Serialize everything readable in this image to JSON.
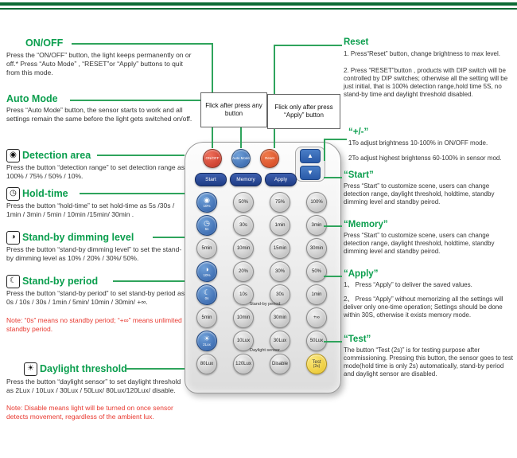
{
  "callouts": {
    "any_button": "Flick after press any button",
    "apply_button": "Flick only after press “Apply” button"
  },
  "left_sections": [
    {
      "title": "ON/OFF",
      "body": "Press the “ON/OFF” button, the light keeps permanently on or off.* Press “Auto Mode” , “RESET”or “Apply” buttons to quit from this mode."
    },
    {
      "title": "Auto Mode",
      "body": "Press “Auto Mode” button, the sensor starts to work and all settings remain the same before the light gets switched on/off."
    },
    {
      "title": "Detection area",
      "icon": "◉",
      "body": "Press the button “detection range” to set detection range as 100% / 75% / 50% / 10%."
    },
    {
      "title": "Hold-time",
      "icon": "◷",
      "body": "Press the button “hold-time” to set hold-time as 5s /30s / 1min / 3min / 5min / 10min /15min/ 30min ."
    },
    {
      "title": "Stand-by dimming level",
      "icon": "◑",
      "body": "Press the button “stand-by dimming level” to set the stand-by dimming level as 10% / 20% / 30%/ 50%."
    },
    {
      "title": "Stand-by period",
      "icon": "☾",
      "body": "Press the button “stand-by period” to set stand-by period as 0s / 10s / 30s / 1min / 5min/ 10min / 30min/ +∞.",
      "note": "Note: “0s” means no standby period; “+∞” means unlimited standby period."
    },
    {
      "title": "Daylight threshold",
      "icon": "☀",
      "body": "Press the button “daylight sensor” to set daylight threshold as 2Lux / 10Lux / 30Lux / 50Lux/ 80Lux/120Lux/ disable.",
      "note": "Note: Disable means light will be turned on once sensor detects movement, regardless of the ambient lux."
    }
  ],
  "right_sections": [
    {
      "title": "Reset",
      "items": [
        "1.  Press“Reset” button, change brightness to max level.",
        "2.  Press “RESET”button , products with DIP switch will be controlled by DIP switches; otherwise all the setting will be just initial, that is 100% detection range,hold time 5S, no stand-by time and daylight threshold disabled."
      ]
    },
    {
      "title": "“+/-”",
      "items": [
        "1To adjust brightness 10-100% in ON/OFF mode.",
        "2To adjust highest brightenss 60-100% in sensor mod."
      ]
    },
    {
      "title": "“Start”",
      "body": "Press “Start” to customize scene, users can change detection range, daylight threshold, holdtime, standby dimming level and standby peirod."
    },
    {
      "title": "“Memory”",
      "body": "Press “Start” to customize scene, users can change detection range, daylight threshold, holdtime, standby dimming level and standby peirod."
    },
    {
      "title": "“Apply”",
      "items": [
        "1、 Press “Apply” to deliver the saved values.",
        "2、 Press “Apply” without memorizing all the settings will deliver only one-time operation; Settings should be done within 30S, otherwise it exists memory mode."
      ]
    },
    {
      "title": "“Test”",
      "body": "The button “Test (2s)” is for testing purpose after commissioning. Pressing this button, the sensor goes to test mode(hold time is only 2s) automatically, stand-by period and daylight sensor are disabled."
    }
  ],
  "remote": {
    "top_buttons": [
      {
        "name": "onoff-button",
        "label": "ON/OFF"
      },
      {
        "name": "auto-mode-button",
        "label": "Auto Mode"
      },
      {
        "name": "reset-button",
        "label": "Reset"
      }
    ],
    "updown": [
      {
        "name": "brightness-up-button",
        "glyph": "▲"
      },
      {
        "name": "brightness-down-button",
        "glyph": "▼"
      }
    ],
    "nav_buttons": [
      "Start",
      "Memory",
      "Apply"
    ],
    "group_labels": {
      "standby": "Stand-by period",
      "daylight": "Daylight sensor"
    },
    "rows": [
      [
        {
          "t": "icon",
          "glyph": "◉",
          "sub": "10%",
          "name": "detection-range-button"
        },
        {
          "t": "btn",
          "label": "50%"
        },
        {
          "t": "btn",
          "label": "75%"
        },
        {
          "t": "btn",
          "label": "100%"
        }
      ],
      [
        {
          "t": "icon",
          "glyph": "◷",
          "sub": "5s",
          "name": "hold-time-button"
        },
        {
          "t": "btn",
          "label": "30s"
        },
        {
          "t": "btn",
          "label": "1min"
        },
        {
          "t": "btn",
          "label": "3min"
        }
      ],
      [
        {
          "t": "btn",
          "label": "5min"
        },
        {
          "t": "btn",
          "label": "10min"
        },
        {
          "t": "btn",
          "label": "15min"
        },
        {
          "t": "btn",
          "label": "30min"
        }
      ],
      [
        {
          "t": "icon",
          "glyph": "◑",
          "sub": "10%",
          "name": "standby-dimming-button"
        },
        {
          "t": "btn",
          "label": "20%"
        },
        {
          "t": "btn",
          "label": "30%"
        },
        {
          "t": "btn",
          "label": "50%"
        }
      ],
      [
        {
          "t": "icon",
          "glyph": "☾",
          "sub": "0s",
          "name": "standby-period-button"
        },
        {
          "t": "btn",
          "label": "10s"
        },
        {
          "t": "btn",
          "label": "30s"
        },
        {
          "t": "btn",
          "label": "1min"
        }
      ],
      [
        {
          "t": "btn",
          "label": "5min"
        },
        {
          "t": "btn",
          "label": "10min"
        },
        {
          "t": "btn",
          "label": "30min"
        },
        {
          "t": "btn",
          "label": "+∞"
        }
      ],
      [
        {
          "t": "icon",
          "glyph": "☀",
          "sub": "2Lux",
          "name": "daylight-threshold-button"
        },
        {
          "t": "btn",
          "label": "10Lux"
        },
        {
          "t": "btn",
          "label": "30Lux"
        },
        {
          "t": "btn",
          "label": "50Lux"
        }
      ],
      [
        {
          "t": "btn",
          "label": "80Lux"
        },
        {
          "t": "btn",
          "label": "120Lux"
        },
        {
          "t": "btn",
          "label": "Disable"
        },
        {
          "t": "test",
          "label": "Test",
          "sub": "(2s)",
          "name": "test-button"
        }
      ]
    ]
  },
  "colors": {
    "heading_green": "#0a9e4d",
    "line_green": "#2fa45c",
    "note_red": "#e8382f",
    "rule_green": "#0d6b35",
    "onoff_red": "#c03122",
    "auto_blue": "#2e5da5",
    "reset_orange": "#d2431f",
    "test_yellow": "#e8c227"
  }
}
